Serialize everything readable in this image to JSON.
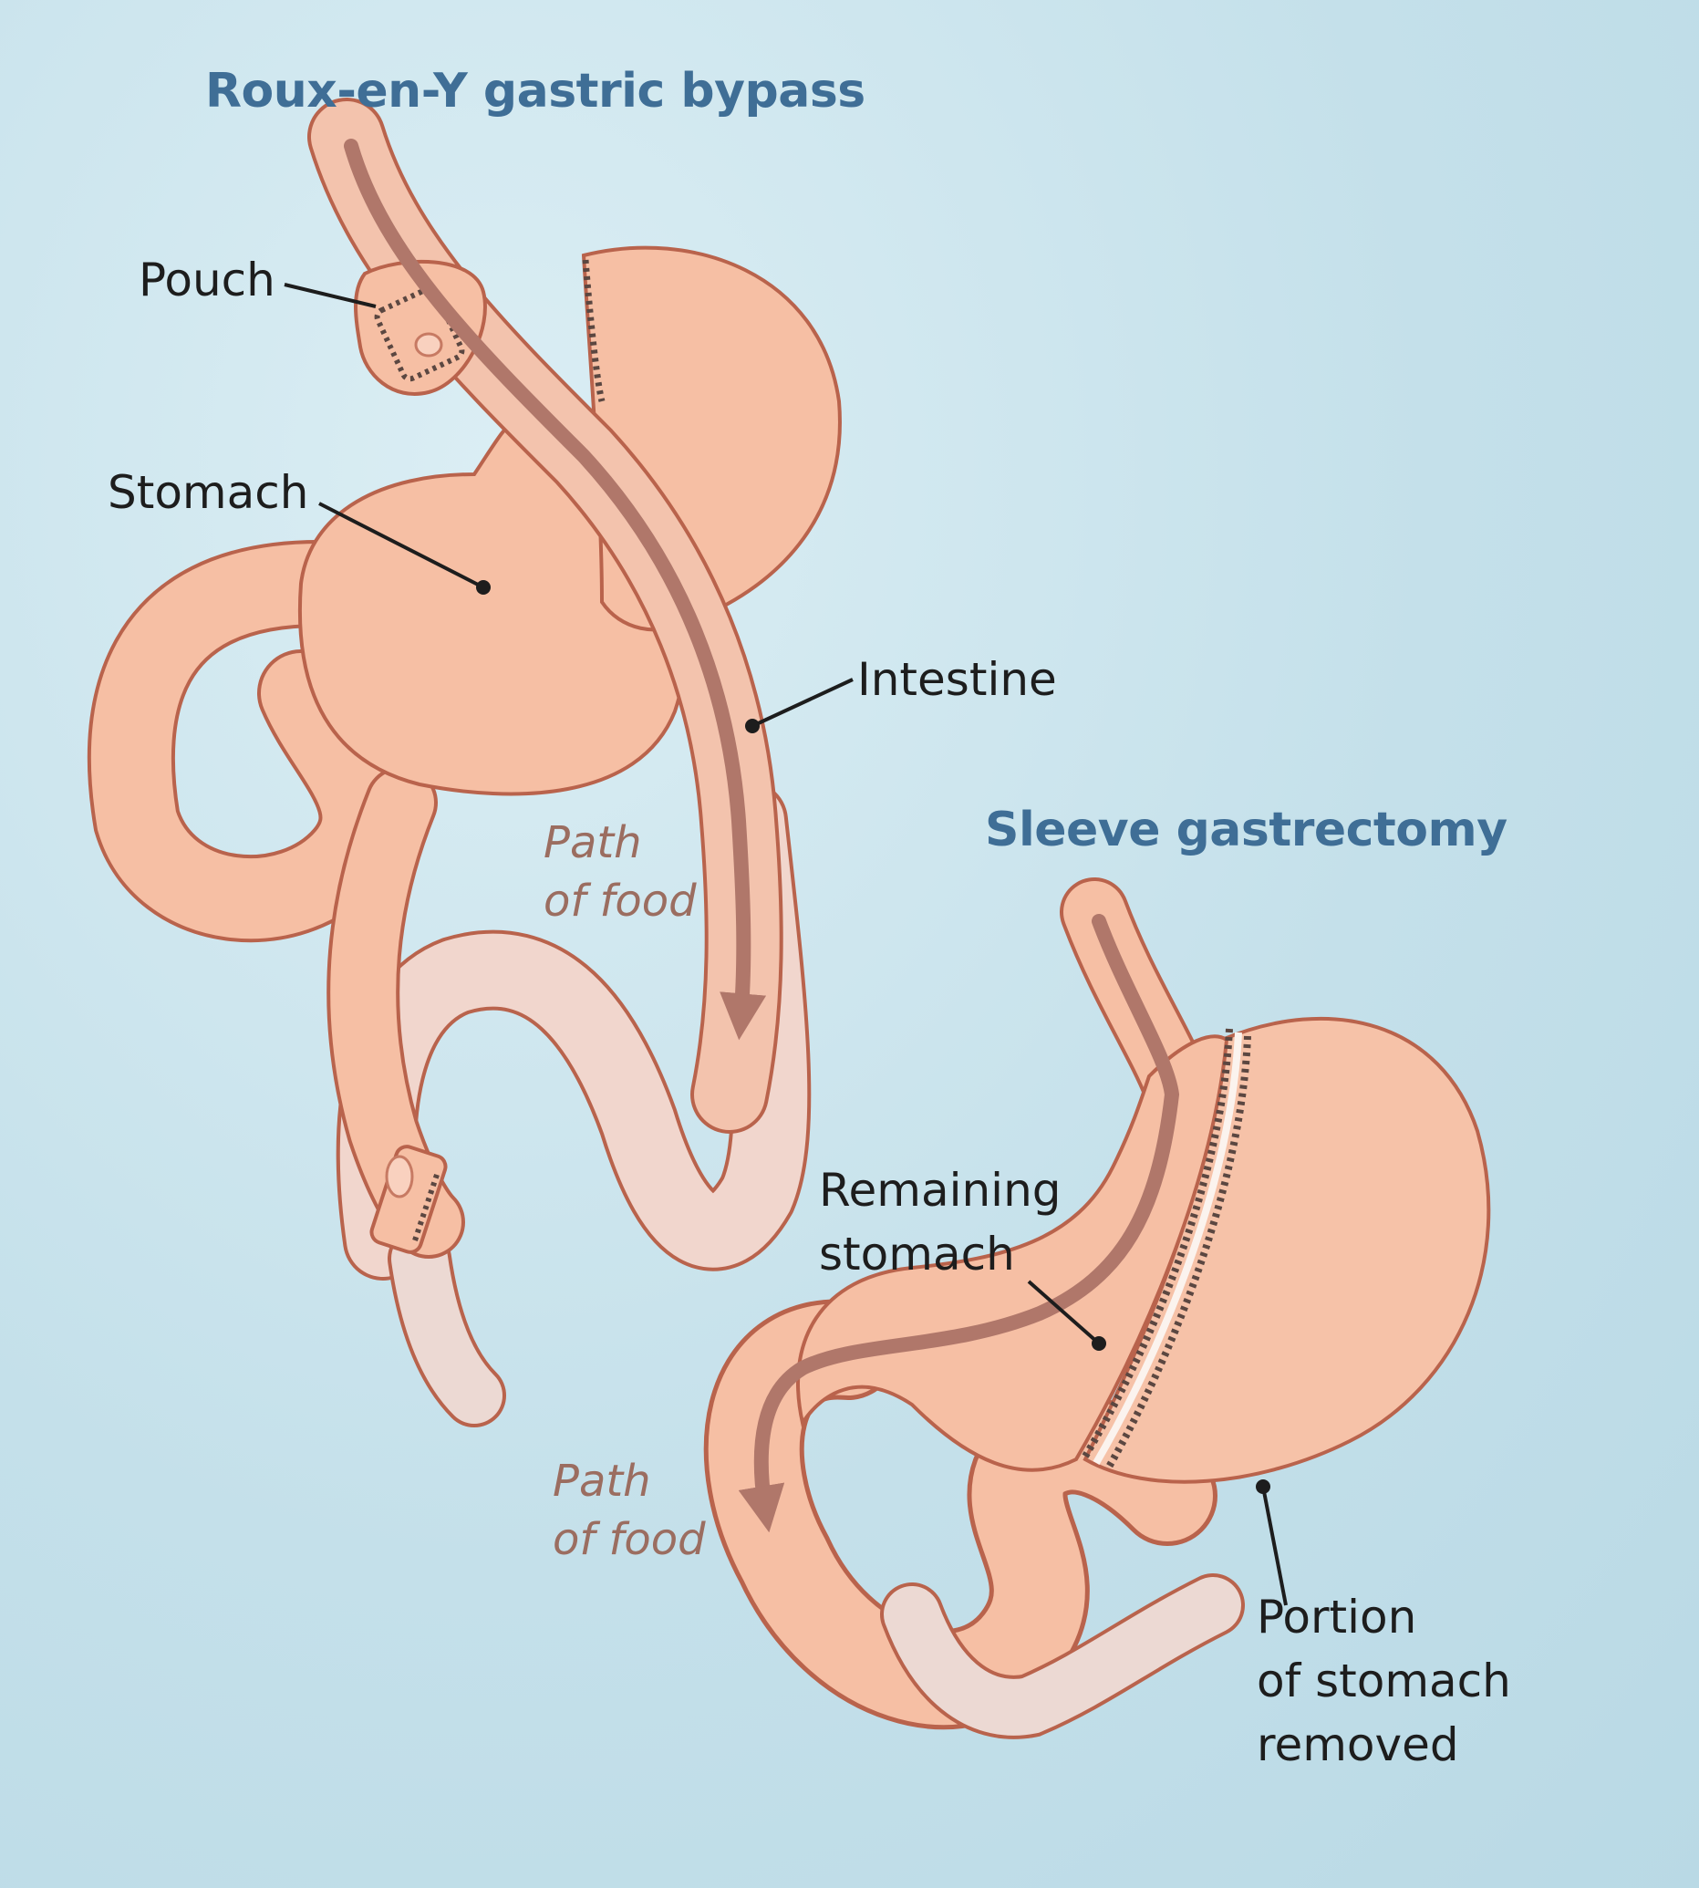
{
  "colors": {
    "background": "#c9e4ed",
    "title": "#3f6e96",
    "label": "#1d1d1d",
    "path_of_food": "#9b6d60",
    "tissue": "#f6bfa4",
    "tissue_outline": "#b9634c",
    "arrow": "#b0776a",
    "staple": "#5b4741"
  },
  "bypass": {
    "title": "Roux-en-Y gastric bypass",
    "pouch_label": "Pouch",
    "stomach_label": "Stomach",
    "intestine_label": "Intestine",
    "path_line1": "Path",
    "path_line2": "of food"
  },
  "sleeve": {
    "title": "Sleeve gastrectomy",
    "remaining_line1": "Remaining",
    "remaining_line2": "stomach",
    "path_line1": "Path",
    "path_line2": "of food",
    "removed_line1": "Portion",
    "removed_line2": "of stomach",
    "removed_line3": "removed"
  }
}
